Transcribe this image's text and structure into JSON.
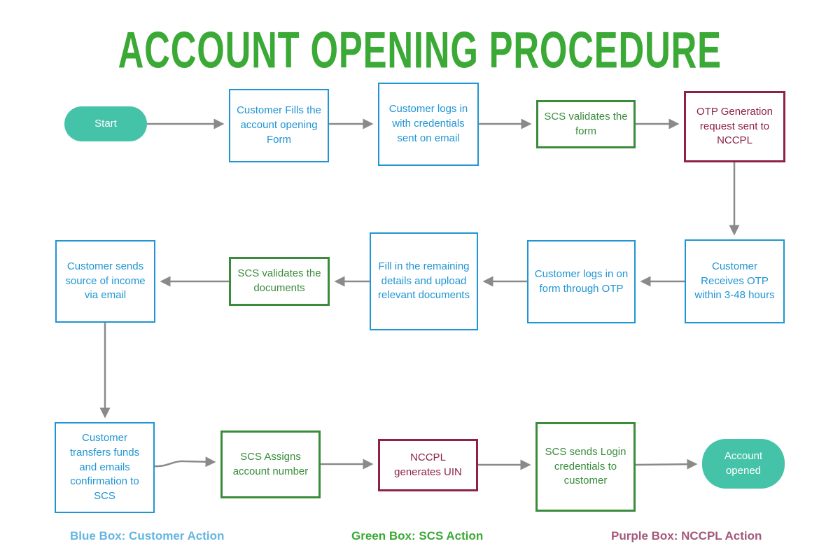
{
  "title": "ACCOUNT OPENING PROCEDURE",
  "colors": {
    "title_green": "#3aa935",
    "terminal_teal": "#45c3a8",
    "customer_blue": "#2095d3",
    "scs_green": "#3a8c3c",
    "nccpl_purple": "#8e2144",
    "arrow_gray": "#8a8a8a",
    "legend_blue": "#64b5e1",
    "legend_green": "#3aa935",
    "legend_purple": "#a4587c"
  },
  "nodes": [
    {
      "id": "start",
      "type": "terminal",
      "label": "Start"
    },
    {
      "id": "fill-form",
      "type": "customer",
      "label": "Customer Fills the account opening Form"
    },
    {
      "id": "login-credentials",
      "type": "customer",
      "label": "Customer logs in with credentials sent on email"
    },
    {
      "id": "scs-validates-form",
      "type": "scs",
      "label": "SCS validates the form"
    },
    {
      "id": "otp-request",
      "type": "nccpl",
      "label": "OTP Generation request sent to NCCPL"
    },
    {
      "id": "receive-otp",
      "type": "customer",
      "label": "Customer Receives OTP within 3-48 hours"
    },
    {
      "id": "login-otp",
      "type": "customer",
      "label": "Customer logs in on form through OTP"
    },
    {
      "id": "remaining-details",
      "type": "customer",
      "label": "Fill in the remaining details and upload relevant documents"
    },
    {
      "id": "scs-validates-documents",
      "type": "scs",
      "label": "SCS validates the documents"
    },
    {
      "id": "send-income-source",
      "type": "customer",
      "label": "Customer sends source of income via email"
    },
    {
      "id": "transfer-funds",
      "type": "customer",
      "label": "Customer transfers funds and emails confirmation to SCS"
    },
    {
      "id": "assign-account-number",
      "type": "scs",
      "label": "SCS Assigns account number"
    },
    {
      "id": "nccpl-generates-uin",
      "type": "nccpl",
      "label": "NCCPL generates UIN"
    },
    {
      "id": "send-login-credentials",
      "type": "scs",
      "label": "SCS sends Login credentials to customer"
    },
    {
      "id": "account-opened",
      "type": "terminal",
      "label": "Account opened"
    }
  ],
  "legend": [
    {
      "id": "customer",
      "label": "Blue Box: Customer Action"
    },
    {
      "id": "scs",
      "label": "Green Box: SCS Action"
    },
    {
      "id": "nccpl",
      "label": "Purple Box: NCCPL Action"
    }
  ]
}
